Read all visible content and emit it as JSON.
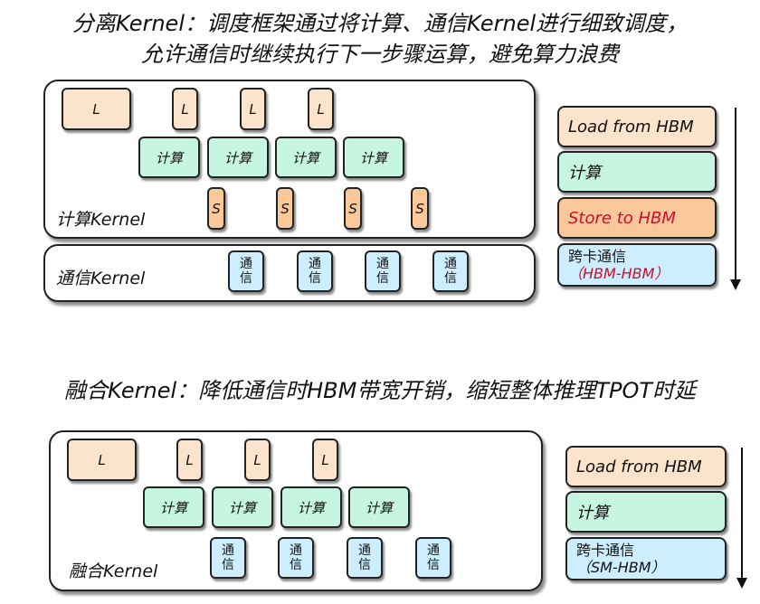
{
  "top": {
    "title_line1": "分离Kernel：调度框架通过将计算、通信Kernel进行细致调度，",
    "title_line2": "允许通信时继续执行下一步骤运算，避免算力浪费",
    "compute_kernel_label": "计算Kernel",
    "comm_kernel_label": "通信Kernel",
    "load_label": "L",
    "compute_label": "计算",
    "store_label": "S",
    "comm_label_line1": "通",
    "comm_label_line2": "信",
    "legend": {
      "load": "Load from HBM",
      "compute": "计算",
      "store": "Store to HBM",
      "comm_line1": "跨卡通信",
      "comm_line2": "（HBM-HBM）"
    }
  },
  "bottom": {
    "title": "融合Kernel：降低通信时HBM带宽开销，缩短整体推理TPOT时延",
    "fused_kernel_label": "融合Kernel",
    "load_label": "L",
    "compute_label": "计算",
    "comm_label_line1": "通",
    "comm_label_line2": "信",
    "legend": {
      "load": "Load from HBM",
      "compute": "计算",
      "comm_line1": "跨卡通信",
      "comm_line2": "（SM-HBM）"
    }
  },
  "colors": {
    "load": "#fbe3cc",
    "compute": "#c6f5e2",
    "store": "#fbc999",
    "comm": "#cdeefe",
    "store_text": "#c8102e"
  }
}
